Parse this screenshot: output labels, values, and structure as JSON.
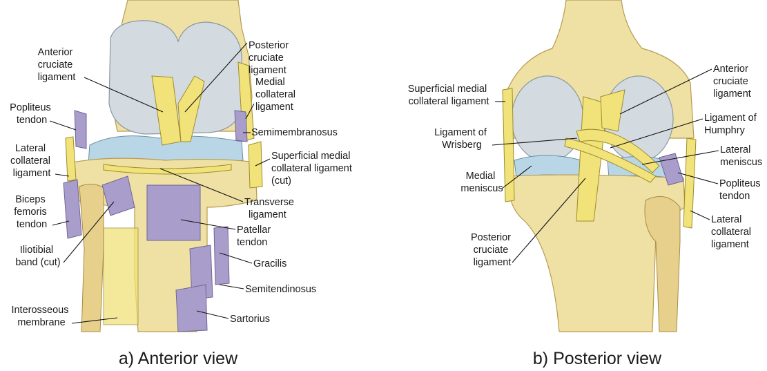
{
  "panel_a": {
    "labels": {
      "anterior_cruciate": [
        "Anterior",
        "cruciate",
        "ligament"
      ],
      "posterior_cruciate": [
        "Posterior",
        "cruciate",
        "ligament"
      ],
      "medial_collateral": [
        "Medial",
        "collateral",
        "ligament"
      ],
      "popliteus_tendon": [
        "Popliteus",
        "tendon"
      ],
      "semimembranosus": [
        "Semimembranosus"
      ],
      "lateral_collateral": [
        "Lateral",
        "collateral",
        "ligament"
      ],
      "superficial_medial_collateral_cut": [
        "Superficial medial",
        "collateral ligament",
        "(cut)"
      ],
      "biceps_femoris": [
        "Biceps",
        "femoris",
        "tendon"
      ],
      "transverse_ligament": [
        "Transverse",
        "ligament"
      ],
      "iliotibial_band": [
        "Iliotibial",
        "band (cut)"
      ],
      "patellar_tendon": [
        "Patellar",
        "tendon"
      ],
      "gracilis": [
        "Gracilis"
      ],
      "semitendinosus": [
        "Semitendinosus"
      ],
      "interosseous_membrane": [
        "Interosseous",
        "membrane"
      ],
      "sartorius": [
        "Sartorius"
      ]
    },
    "caption": "a) Anterior view"
  },
  "panel_b": {
    "labels": {
      "anterior_cruciate": [
        "Anterior",
        "cruciate",
        "ligament"
      ],
      "superficial_medial_collateral": [
        "Superficial medial",
        "collateral ligament"
      ],
      "ligament_of_humphry": [
        "Ligament of",
        "Humphry"
      ],
      "ligament_of_wrisberg": [
        "Ligament of",
        "Wrisberg"
      ],
      "lateral_meniscus": [
        "Lateral",
        "meniscus"
      ],
      "medial_meniscus": [
        "Medial",
        "meniscus"
      ],
      "popliteus_tendon": [
        "Popliteus",
        "tendon"
      ],
      "lateral_collateral": [
        "Lateral",
        "collateral",
        "ligament"
      ],
      "posterior_cruciate": [
        "Posterior",
        "cruciate",
        "ligament"
      ]
    },
    "caption": "b) Posterior view"
  },
  "colors": {
    "bone": "#efe0a4",
    "cartilage": "#d4dbe0",
    "ligament": "#f1e27a",
    "tendon": "#a99dcb",
    "meniscus": "#b8d6e6"
  }
}
